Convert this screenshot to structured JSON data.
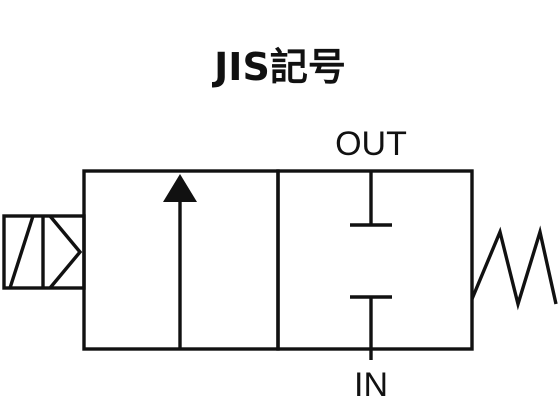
{
  "diagram": {
    "title": "JIS記号",
    "ports": {
      "out_label": "OUT",
      "in_label": "IN"
    },
    "components": {
      "actuator": "solenoid",
      "return": "spring",
      "left_position": "flow-arrow",
      "right_position": "blocked"
    },
    "colors": {
      "line": "#111111",
      "background": "#ffffff"
    }
  }
}
